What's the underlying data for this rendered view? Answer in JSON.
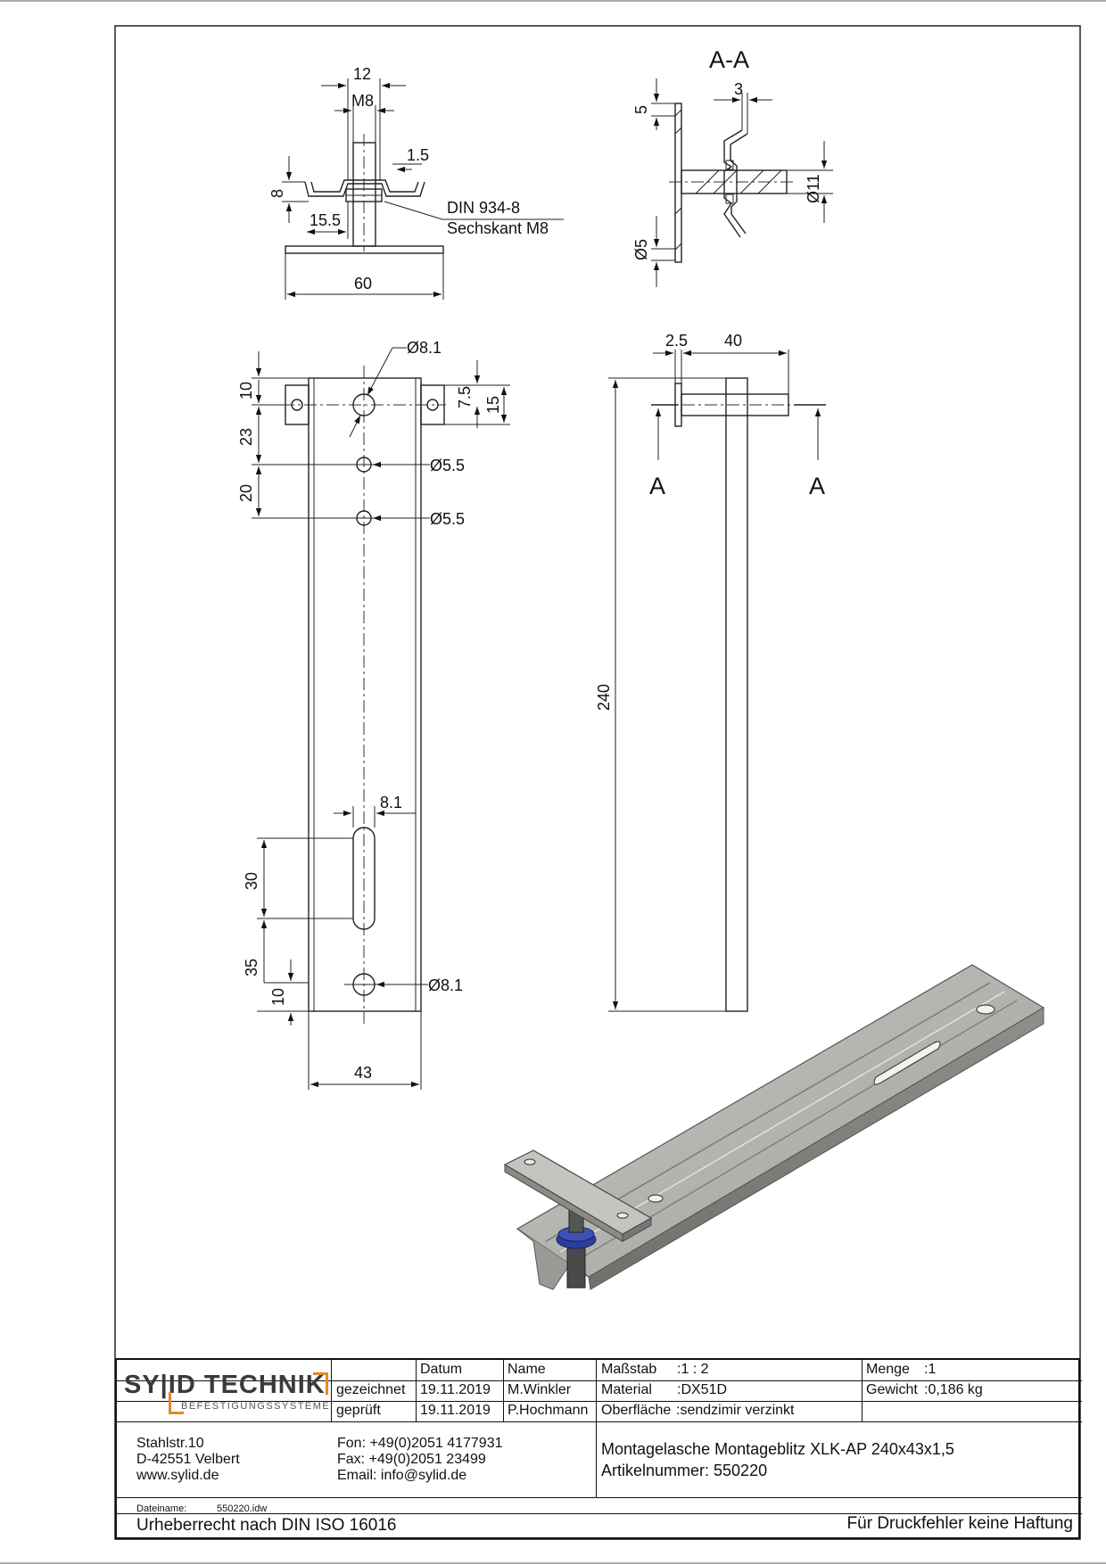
{
  "drawing": {
    "section_label": "A-A",
    "top_view": {
      "dim_12": "12",
      "dim_m8": "M8",
      "dim_1_5": "1.5",
      "dim_8": "8",
      "dim_15_5": "15.5",
      "dim_60": "60",
      "callout_line1": "DIN 934-8",
      "callout_line2": "Sechskant M8"
    },
    "section_view": {
      "dim_3": "3",
      "dim_5": "5",
      "dim_d11": "Ø11",
      "dim_d5": "Ø5"
    },
    "front_view": {
      "dim_d8_1_top": "Ø8.1",
      "dim_10_top": "10",
      "dim_23": "23",
      "dim_20": "20",
      "dim_d5_5_a": "Ø5.5",
      "dim_d5_5_b": "Ø5.5",
      "dim_7_5": "7.5",
      "dim_15": "15",
      "dim_8_1_slot": "8.1",
      "dim_30": "30",
      "dim_35": "35",
      "dim_10_bottom": "10",
      "dim_d8_1_bottom": "Ø8.1",
      "dim_43": "43"
    },
    "side_view": {
      "dim_2_5": "2.5",
      "dim_40": "40",
      "dim_240": "240",
      "cut_label_left": "A",
      "cut_label_right": "A"
    }
  },
  "title_block": {
    "logo_main": "SY|ID TECHNIK",
    "logo_sub": "BEFESTIGUNGSSYSTEME",
    "header_datum": "Datum",
    "header_name": "Name",
    "row_drawn_label": "gezeichnet",
    "row_drawn_date": "19.11.2019",
    "row_drawn_name": "M.Winkler",
    "row_checked_label": "geprüft",
    "row_checked_date": "19.11.2019",
    "row_checked_name": "P.Hochmann",
    "scale_label": "Maßstab",
    "scale_value": ":1 : 2",
    "material_label": "Material",
    "material_value": ":DX51D",
    "surface_label": "Oberfläche",
    "surface_value": ":sendzimir verzinkt",
    "quantity_label": "Menge",
    "quantity_value": ":1",
    "weight_label": "Gewicht",
    "weight_value": ":0,186 kg",
    "address_line1": "Stahlstr.10",
    "address_line2": "D-42551 Velbert",
    "address_line3": "www.sylid.de",
    "phone": "Fon: +49(0)2051 4177931",
    "fax": "Fax: +49(0)2051 23499",
    "email": "Email: info@sylid.de",
    "product_name": "Montagelasche Montageblitz XLK-AP 240x43x1,5",
    "article_number": "Artikelnummer: 550220",
    "file_label": "Dateiname:",
    "file_name": "550220.idw",
    "copyright": "Urheberrecht nach DIN ISO 16016",
    "disclaimer": "Für Druckfehler keine Haftung"
  },
  "colors": {
    "line": "#222222",
    "logo_accent": "#e08a2c",
    "rail_fill": "#b8b8b4",
    "nut_blue": "#2b3f9e"
  }
}
